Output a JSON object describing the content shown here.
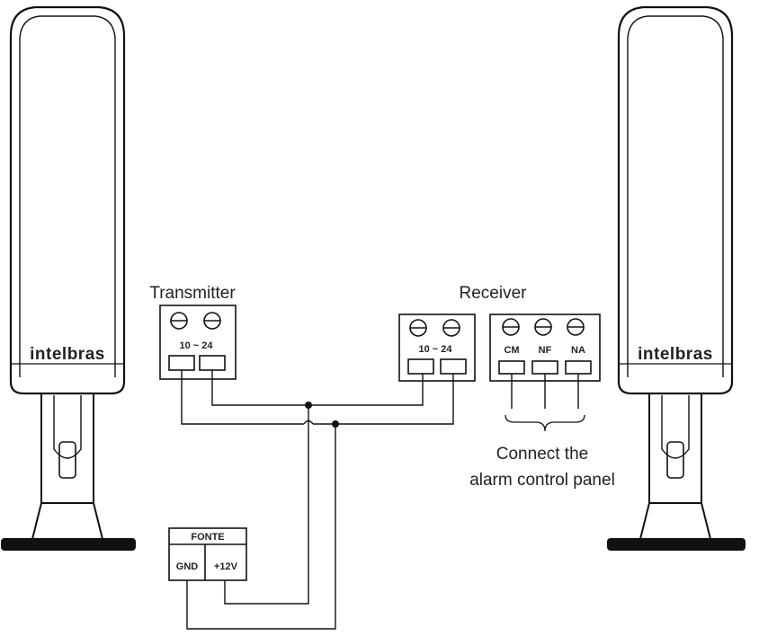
{
  "left_tower": {
    "logo": "intelbras"
  },
  "right_tower": {
    "logo": "intelbras"
  },
  "transmitter": {
    "title": "Transmitter",
    "terminal_label": "10 ~ 24"
  },
  "receiver": {
    "title": "Receiver",
    "power_terminal_label": "10 ~ 24",
    "relay_terminals": [
      "CM",
      "NF",
      "NA"
    ]
  },
  "power_supply": {
    "title": "FONTE",
    "terminals": [
      "GND",
      "+12V"
    ]
  },
  "note": {
    "line1": "Connect the",
    "line2": "alarm control panel"
  }
}
